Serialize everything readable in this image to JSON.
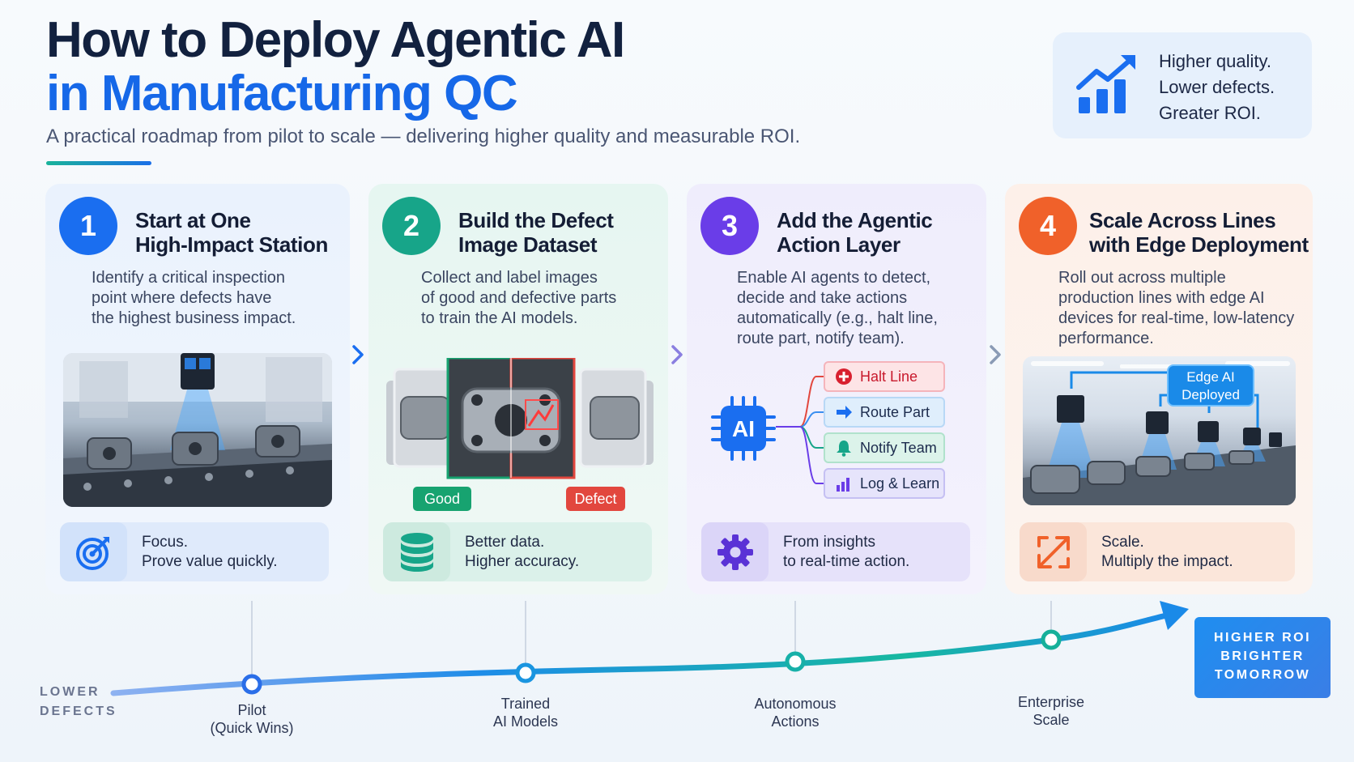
{
  "header": {
    "title_line1": "How to Deploy Agentic AI",
    "title_line2": "in Manufacturing QC",
    "subtitle": "A practical roadmap from pilot to scale — delivering higher quality and measurable ROI."
  },
  "summary": {
    "icon": "bar-chart-growth-icon",
    "lines": [
      "Higher quality.",
      "Lower defects.",
      "Greater ROI."
    ]
  },
  "steps": [
    {
      "number": "1",
      "color": "#1a6ef0",
      "title": [
        "Start at One",
        "High-Impact Station"
      ],
      "description": [
        "Identify a critical inspection",
        "point where defects have",
        "the highest business impact."
      ],
      "footer_icon": "target-icon",
      "footer": [
        "Focus.",
        "Prove value quickly."
      ]
    },
    {
      "number": "2",
      "color": "#17a589",
      "title": [
        "Build the Defect",
        "Image Dataset"
      ],
      "description": [
        "Collect and label images",
        "of good and defective parts",
        "to train the AI models."
      ],
      "labels": {
        "good": "Good",
        "defect": "Defect"
      },
      "footer_icon": "database-icon",
      "footer": [
        "Better data.",
        "Higher accuracy."
      ]
    },
    {
      "number": "3",
      "color": "#6a3de8",
      "title": [
        "Add the Agentic",
        "Action Layer"
      ],
      "description": [
        "Enable AI agents to detect,",
        "decide and take actions",
        "automatically (e.g., halt line,",
        "route part, notify team)."
      ],
      "chip_label": "AI",
      "actions": [
        {
          "label": "Halt Line",
          "icon": "stop-icon"
        },
        {
          "label": "Route Part",
          "icon": "arrow-right-icon"
        },
        {
          "label": "Notify Team",
          "icon": "bell-icon"
        },
        {
          "label": "Log & Learn",
          "icon": "bar-chart-icon"
        }
      ],
      "footer_icon": "gear-icon",
      "footer": [
        "From insights",
        "to real-time action."
      ]
    },
    {
      "number": "4",
      "color": "#f0612a",
      "title": [
        "Scale Across Lines",
        "with Edge Deployment"
      ],
      "description": [
        "Roll out across multiple",
        "production lines with edge AI",
        "devices for real-time, low-latency",
        "performance."
      ],
      "edge_badge": [
        "Edge AI",
        "Deployed"
      ],
      "footer_icon": "expand-icon",
      "footer": [
        "Scale.",
        "Multiply the impact."
      ]
    }
  ],
  "timeline": {
    "start_label": [
      "LOWER",
      "DEFECTS"
    ],
    "milestones": [
      [
        "Pilot",
        "(Quick Wins)"
      ],
      [
        "Trained",
        "AI Models"
      ],
      [
        "Autonomous",
        "Actions"
      ],
      [
        "Enterprise",
        "Scale"
      ]
    ],
    "end_box": [
      "HIGHER ROI",
      "BRIGHTER",
      "TOMORROW"
    ]
  }
}
